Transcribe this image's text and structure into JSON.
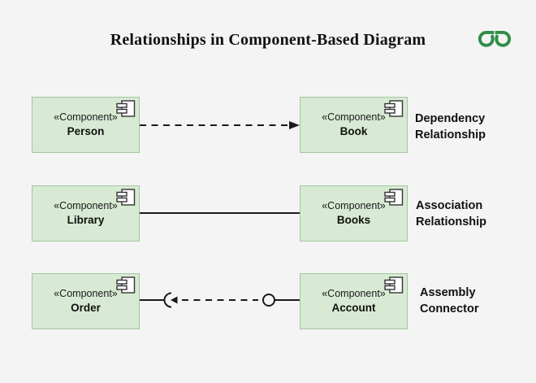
{
  "title": "Relationships in Component-Based Diagram",
  "logo": {
    "label": "GeeksforGeeks logo",
    "color": "#2F8D46"
  },
  "colors": {
    "background": "#F4F4F4",
    "box_fill": "#D8EAD3",
    "box_border": "#A2C69E",
    "line_color": "#1A1A1A"
  },
  "rows": [
    {
      "left": {
        "stereotype": "«Component»",
        "name": "Person"
      },
      "right": {
        "stereotype": "«Component»",
        "name": "Book"
      },
      "connector_style": "dashed-line-solid-arrow",
      "label": "Dependency\nRelationship"
    },
    {
      "left": {
        "stereotype": "«Component»",
        "name": "Library"
      },
      "right": {
        "stereotype": "«Component»",
        "name": "Books"
      },
      "connector_style": "solid-line",
      "label": "Association\nRelationship"
    },
    {
      "left": {
        "stereotype": "«Component»",
        "name": "Order"
      },
      "right": {
        "stereotype": "«Component»",
        "name": "Account"
      },
      "connector_style": "ball-and-socket-dashed",
      "label": "Assembly\nConnector"
    }
  ]
}
